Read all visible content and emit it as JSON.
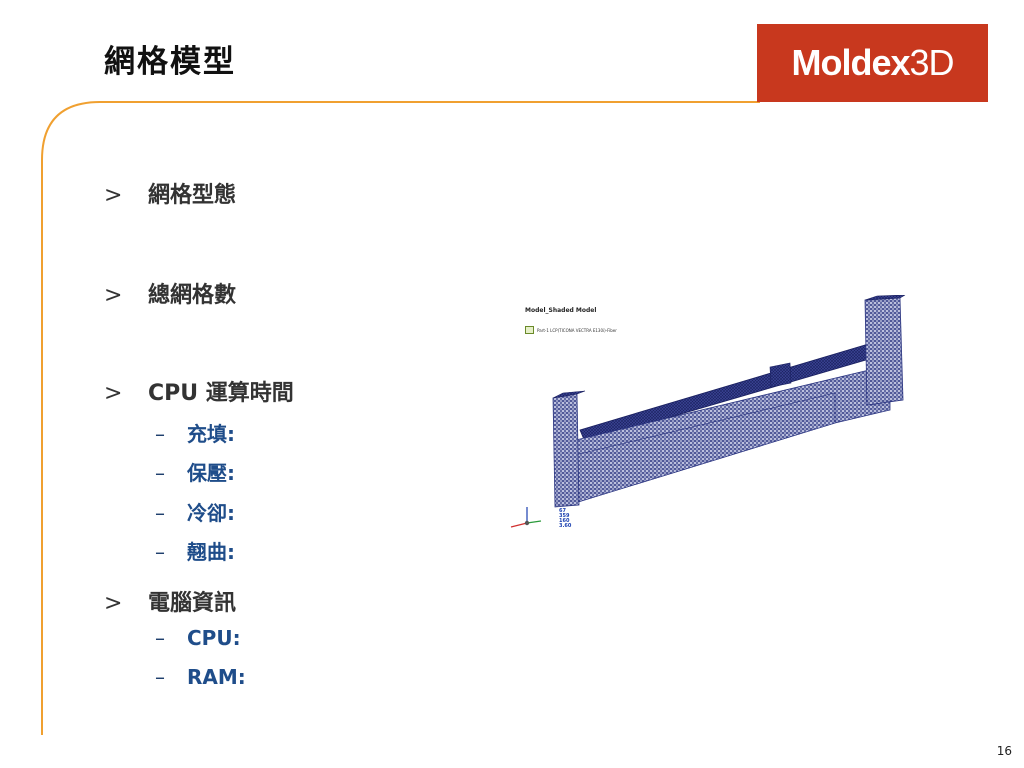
{
  "slide": {
    "title": "網格模型",
    "page_number": "16"
  },
  "logo": {
    "main": "Moldex",
    "suffix": "3D",
    "bg_color": "#c8381e"
  },
  "accent_color": "#f0a030",
  "bullets": [
    {
      "marker": ">",
      "text": "網格型態"
    },
    {
      "marker": ">",
      "text": "總網格數"
    },
    {
      "marker": ">",
      "text": "CPU 運算時間",
      "sub": [
        {
          "marker": "–",
          "text": "充填:"
        },
        {
          "marker": "–",
          "text": "保壓:"
        },
        {
          "marker": "–",
          "text": "冷卻:"
        },
        {
          "marker": "–",
          "text": "翹曲:"
        }
      ]
    },
    {
      "marker": ">",
      "text": "電腦資訊",
      "sub": [
        {
          "marker": "–",
          "text": "CPU:"
        },
        {
          "marker": "–",
          "text": "RAM:"
        }
      ]
    }
  ],
  "figure": {
    "title": "Model_Shaded Model",
    "legend": "Part-1 LCP(TICONA VECTRA E130i)-Fiber",
    "mesh_color": "#2a3480",
    "readout": [
      "67",
      "359",
      "160",
      "3.60"
    ]
  }
}
